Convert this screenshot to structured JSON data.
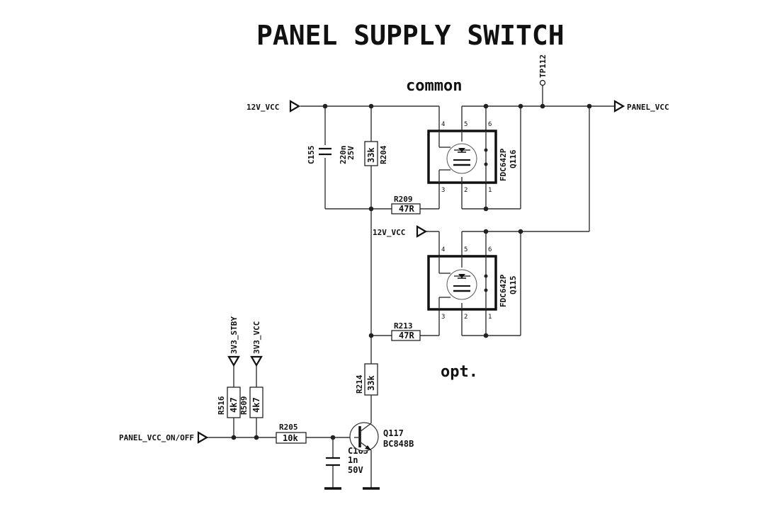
{
  "title": "PANEL SUPPLY SWITCH",
  "notes": {
    "common": "common",
    "opt": "opt."
  },
  "nets": {
    "vcc12_top": "12V_VCC",
    "vcc12_mid": "12V_VCC",
    "panel_vcc": "PANEL_VCC",
    "panel_on_off": "PANEL_VCC_ON/OFF",
    "stby": "3V3_STBY",
    "vcc33": "3V3_VCC",
    "tp": "TP112"
  },
  "components": {
    "c155": {
      "ref": "C155",
      "value1": "220n",
      "value2": "25V"
    },
    "r204": {
      "ref": "R204",
      "value": "33k"
    },
    "r209": {
      "ref": "R209",
      "value": "47R"
    },
    "r213": {
      "ref": "R213",
      "value": "47R"
    },
    "r214": {
      "ref": "R214",
      "value": "33k"
    },
    "r516": {
      "ref": "R516",
      "value": "4k7"
    },
    "r509": {
      "ref": "R509",
      "value": "4k7"
    },
    "r205": {
      "ref": "R205",
      "value": "10k"
    },
    "c163": {
      "ref": "C163",
      "value1": "1n",
      "value2": "50V"
    },
    "q116": {
      "ref": "Q116",
      "part": "FDC642P"
    },
    "q115": {
      "ref": "Q115",
      "part": "FDC642P"
    },
    "q117": {
      "ref": "Q117",
      "part": "BC848B"
    }
  },
  "pins": {
    "p1": "1",
    "p2": "2",
    "p3": "3",
    "p4": "4",
    "p5": "5",
    "p6": "6"
  }
}
